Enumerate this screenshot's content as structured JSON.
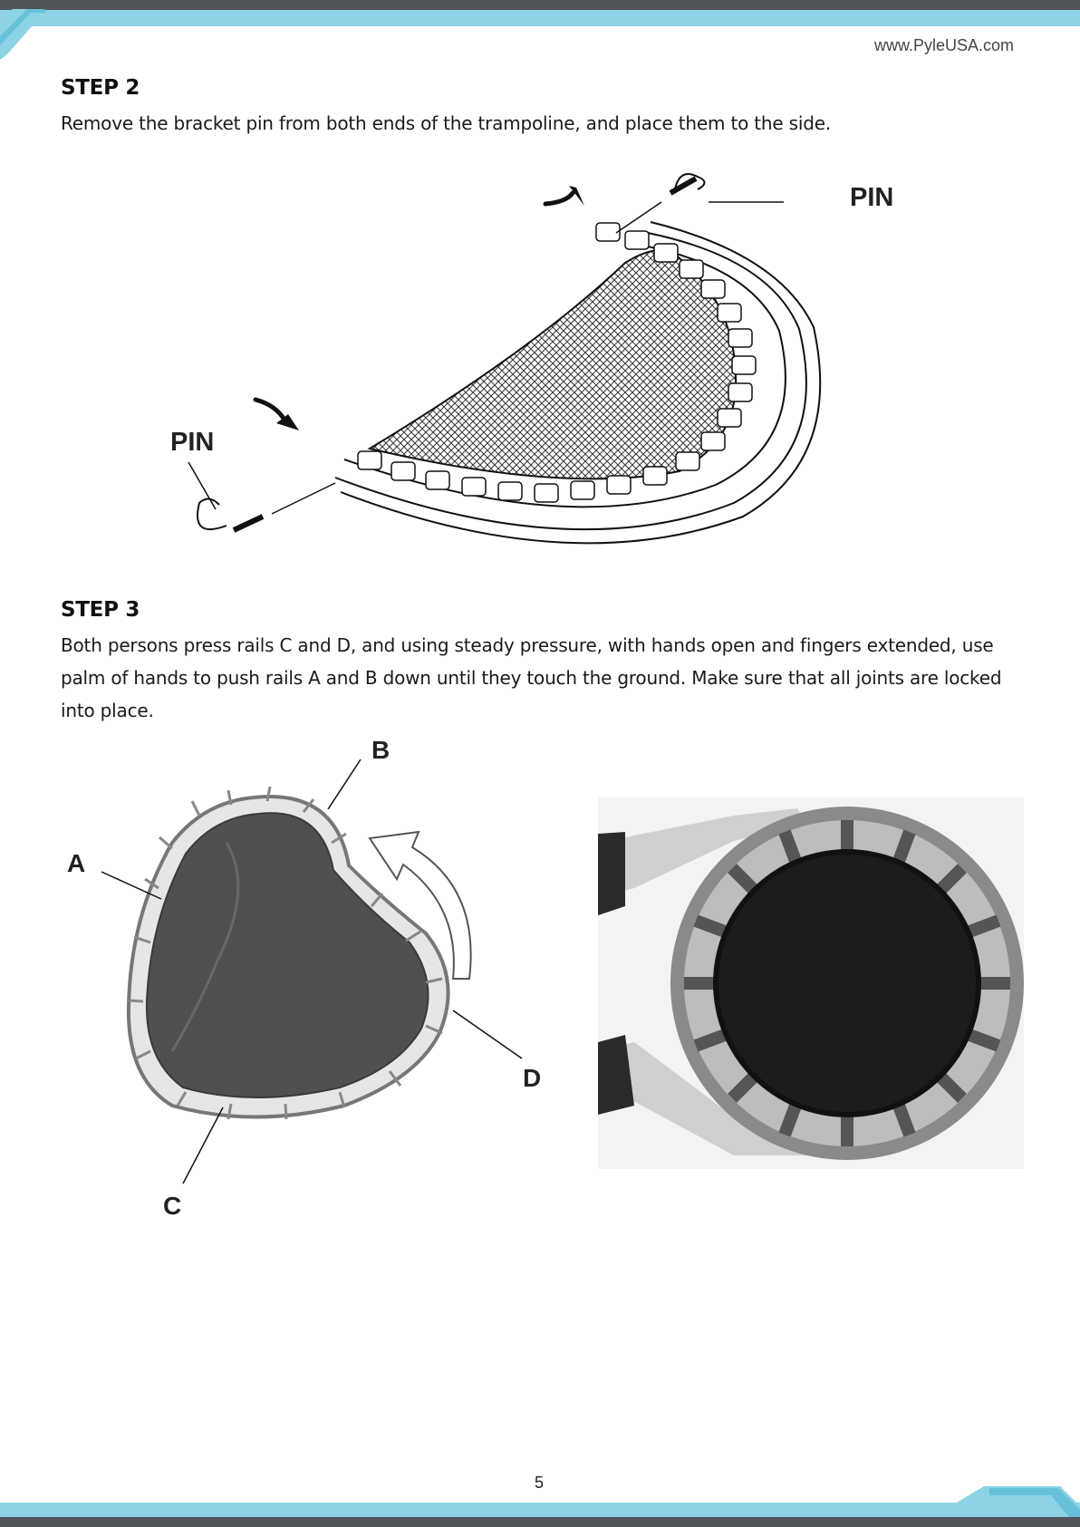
{
  "header": {
    "website": "www.PyleUSA.com"
  },
  "step2": {
    "title": "STEP 2",
    "text": "Remove the bracket pin from both ends of the trampoline, and place them to the side.",
    "labels": {
      "pin_top": "PIN",
      "pin_bottom": "PIN"
    }
  },
  "step3": {
    "title": "STEP 3",
    "text": "Both persons press rails C and D, and using steady pressure, with hands open and fingers extended, use palm of hands to push rails A and B down until they touch the ground. Make sure that all joints are locked into place.",
    "labels": {
      "a": "A",
      "b": "B",
      "c": "C",
      "d": "D"
    }
  },
  "footer": {
    "page_number": "5"
  },
  "colors": {
    "accent": "#8dd3e6",
    "accent_dark": "#55b8d4",
    "band": "#505559"
  }
}
